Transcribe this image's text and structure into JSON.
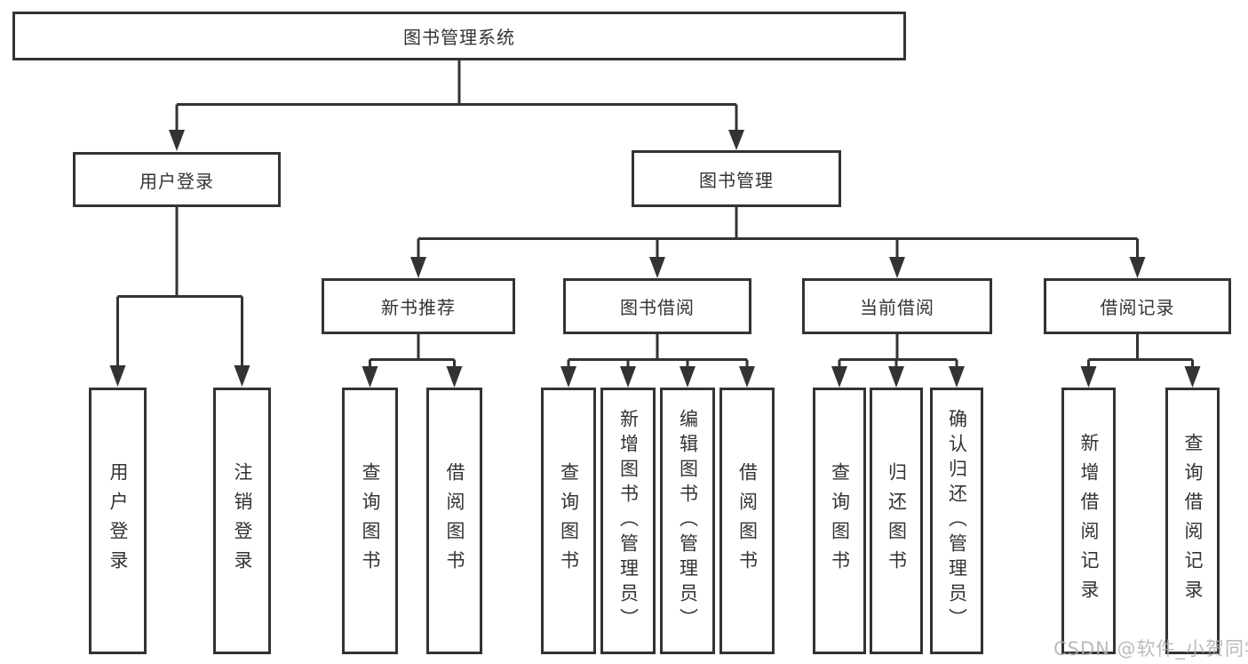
{
  "diagram": {
    "root": {
      "label": "图书管理系统"
    },
    "branches": [
      {
        "label": "用户登录",
        "children": [
          {
            "label": "用户登录"
          },
          {
            "label": "注销登录"
          }
        ]
      },
      {
        "label": "图书管理",
        "children": [
          {
            "label": "新书推荐",
            "children": [
              {
                "label": "查询图书"
              },
              {
                "label": "借阅图书"
              }
            ]
          },
          {
            "label": "图书借阅",
            "children": [
              {
                "label": "查询图书"
              },
              {
                "label": "新增图书（管理员）"
              },
              {
                "label": "编辑图书（管理员）"
              },
              {
                "label": "借阅图书"
              }
            ]
          },
          {
            "label": "当前借阅",
            "children": [
              {
                "label": "查询图书"
              },
              {
                "label": "归还图书"
              },
              {
                "label": "确认归还（管理员）"
              }
            ]
          },
          {
            "label": "借阅记录",
            "children": [
              {
                "label": "新增借阅记录"
              },
              {
                "label": "查询借阅记录"
              }
            ]
          }
        ]
      }
    ]
  },
  "watermark": {
    "text": "CSDN @软件_小贺同学"
  },
  "colors": {
    "line": "#333333",
    "box_border": "#333333",
    "text": "#333333",
    "watermark": "#afafaf",
    "background": "#ffffff"
  }
}
